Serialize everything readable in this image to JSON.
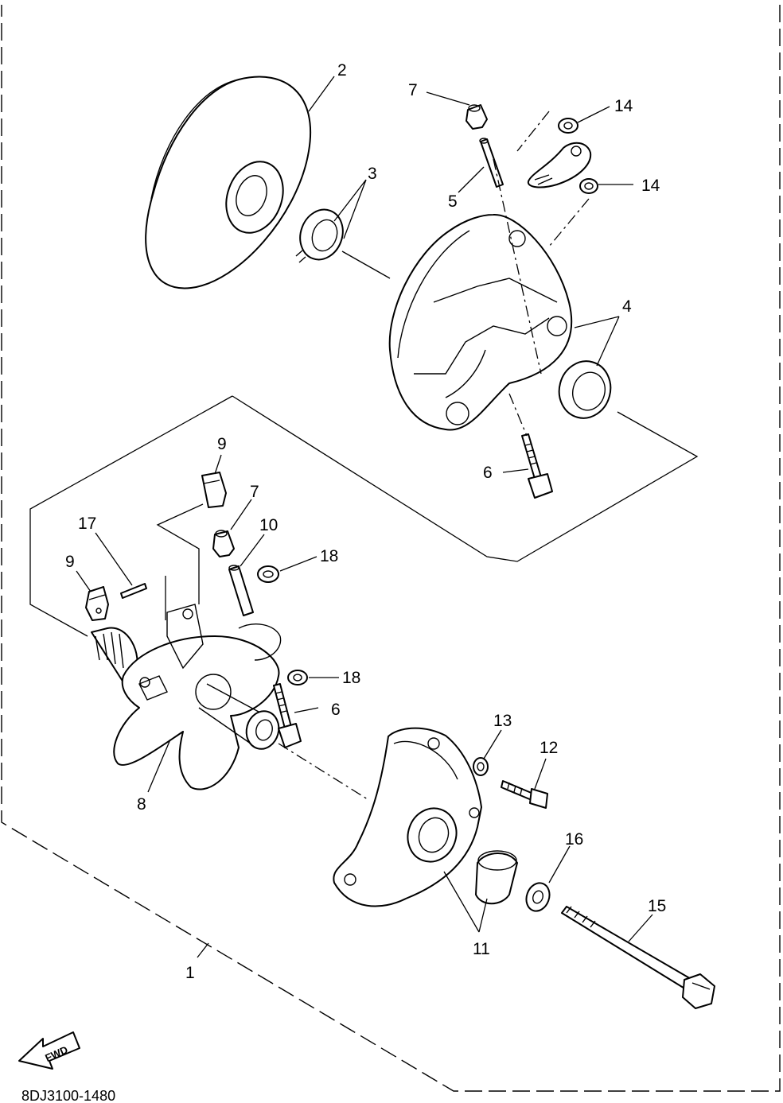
{
  "diagram": {
    "code": "8DJ3100-1480",
    "fwd_label": "FWD",
    "callouts": [
      "1",
      "2",
      "3",
      "4",
      "5",
      "6",
      "6",
      "7",
      "7",
      "8",
      "9",
      "9",
      "10",
      "11",
      "12",
      "13",
      "14",
      "14",
      "15",
      "16",
      "17",
      "18",
      "18"
    ]
  },
  "colors": {
    "line": "#000000",
    "background": "#ffffff"
  }
}
